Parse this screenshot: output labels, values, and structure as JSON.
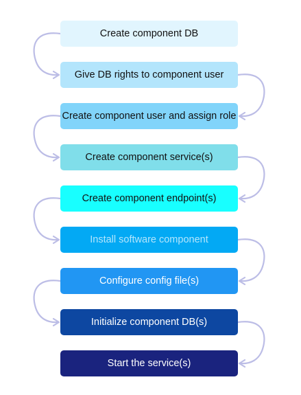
{
  "steps": [
    {
      "label": "Create component DB",
      "bg": "#e1f5fe",
      "fg": "#111111"
    },
    {
      "label": "Give DB rights to component user",
      "bg": "#b3e5fc",
      "fg": "#111111"
    },
    {
      "label": "Create component user and assign role",
      "bg": "#81d4fa",
      "fg": "#111111"
    },
    {
      "label": "Create component service(s)",
      "bg": "#80deea",
      "fg": "#111111"
    },
    {
      "label": "Create component endpoint(s)",
      "bg": "#18ffff",
      "fg": "#111111"
    },
    {
      "label": "Install software component",
      "bg": "#03a9f4",
      "fg": "#b3e5fc"
    },
    {
      "label": "Configure config file(s)",
      "bg": "#2196f3",
      "fg": "#ffffff"
    },
    {
      "label": "Initialize component DB(s)",
      "bg": "#0d47a1",
      "fg": "#ffffff"
    },
    {
      "label": "Start the service(s)",
      "bg": "#1a237e",
      "fg": "#ffffff"
    }
  ],
  "connector_color": "#bcbde6"
}
